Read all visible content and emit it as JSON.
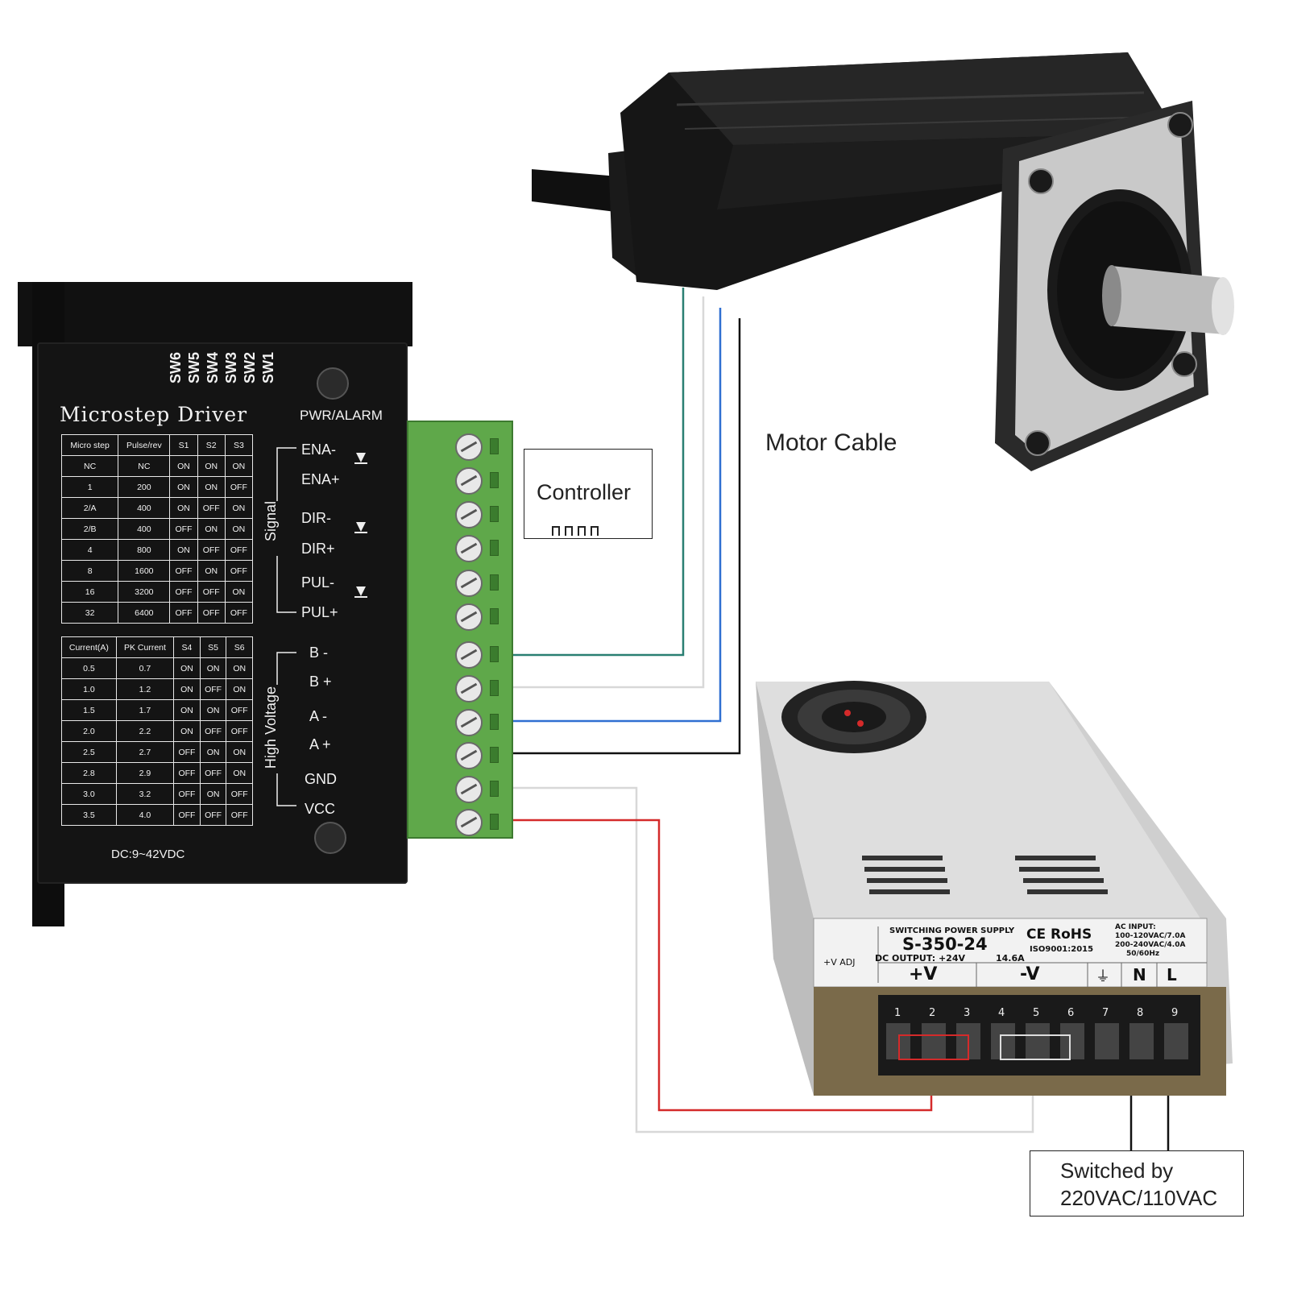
{
  "driver": {
    "title": "Microstep Driver",
    "pwr_alarm": "PWR/ALARM",
    "dc_range": "DC:9~42VDC",
    "switches": [
      "SW6",
      "SW5",
      "SW4",
      "SW3",
      "SW2",
      "SW1"
    ],
    "microstep_table": {
      "headers": [
        "Micro step",
        "Pulse/rev",
        "S1",
        "S2",
        "S3"
      ],
      "rows": [
        [
          "NC",
          "NC",
          "ON",
          "ON",
          "ON"
        ],
        [
          "1",
          "200",
          "ON",
          "ON",
          "OFF"
        ],
        [
          "2/A",
          "400",
          "ON",
          "OFF",
          "ON"
        ],
        [
          "2/B",
          "400",
          "OFF",
          "ON",
          "ON"
        ],
        [
          "4",
          "800",
          "ON",
          "OFF",
          "OFF"
        ],
        [
          "8",
          "1600",
          "OFF",
          "ON",
          "OFF"
        ],
        [
          "16",
          "3200",
          "OFF",
          "OFF",
          "ON"
        ],
        [
          "32",
          "6400",
          "OFF",
          "OFF",
          "OFF"
        ]
      ]
    },
    "current_table": {
      "headers": [
        "Current(A)",
        "PK Current",
        "S4",
        "S5",
        "S6"
      ],
      "rows": [
        [
          "0.5",
          "0.7",
          "ON",
          "ON",
          "ON"
        ],
        [
          "1.0",
          "1.2",
          "ON",
          "OFF",
          "ON"
        ],
        [
          "1.5",
          "1.7",
          "ON",
          "ON",
          "OFF"
        ],
        [
          "2.0",
          "2.2",
          "ON",
          "OFF",
          "OFF"
        ],
        [
          "2.5",
          "2.7",
          "OFF",
          "ON",
          "ON"
        ],
        [
          "2.8",
          "2.9",
          "OFF",
          "OFF",
          "ON"
        ],
        [
          "3.0",
          "3.2",
          "OFF",
          "ON",
          "OFF"
        ],
        [
          "3.5",
          "4.0",
          "OFF",
          "OFF",
          "OFF"
        ]
      ]
    },
    "signal_group": "Signal",
    "hv_group": "High Voltage",
    "signal_pins": [
      "ENA-",
      "ENA+",
      "DIR-",
      "DIR+",
      "PUL-",
      "PUL+"
    ],
    "hv_pins": [
      "B -",
      "B +",
      "A -",
      "A +",
      "GND",
      "VCC"
    ]
  },
  "labels": {
    "controller": "Controller",
    "motor_cable": "Motor Cable",
    "ac_line1": "Switched by",
    "ac_line2": "220VAC/110VAC"
  },
  "psu": {
    "type": "SWITCHING POWER SUPPLY",
    "model": "S-350-24",
    "cert": "CE RoHS",
    "iso": "ISO9001:2015",
    "dc_output": "DC OUTPUT:  +24V",
    "current": "14.6A",
    "ac_input_title": "AC INPUT:",
    "ac_input_1": "100-120VAC/7.0A",
    "ac_input_2": "200-240VAC/4.0A",
    "ac_input_3": "50/60Hz",
    "v_adj": "+V ADJ",
    "plus_v": "+V",
    "minus_v": "-V",
    "n": "N",
    "l": "L",
    "terminal_numbers": [
      "1",
      "2",
      "3",
      "4",
      "5",
      "6",
      "7",
      "8",
      "9"
    ]
  },
  "colors": {
    "terminal_green": "#5fa84a",
    "wire_teal": "#2a7f72",
    "wire_light": "#d8d8d8",
    "wire_blue": "#2f6fd1",
    "wire_black": "#111111",
    "wire_red": "#d42a2a"
  }
}
